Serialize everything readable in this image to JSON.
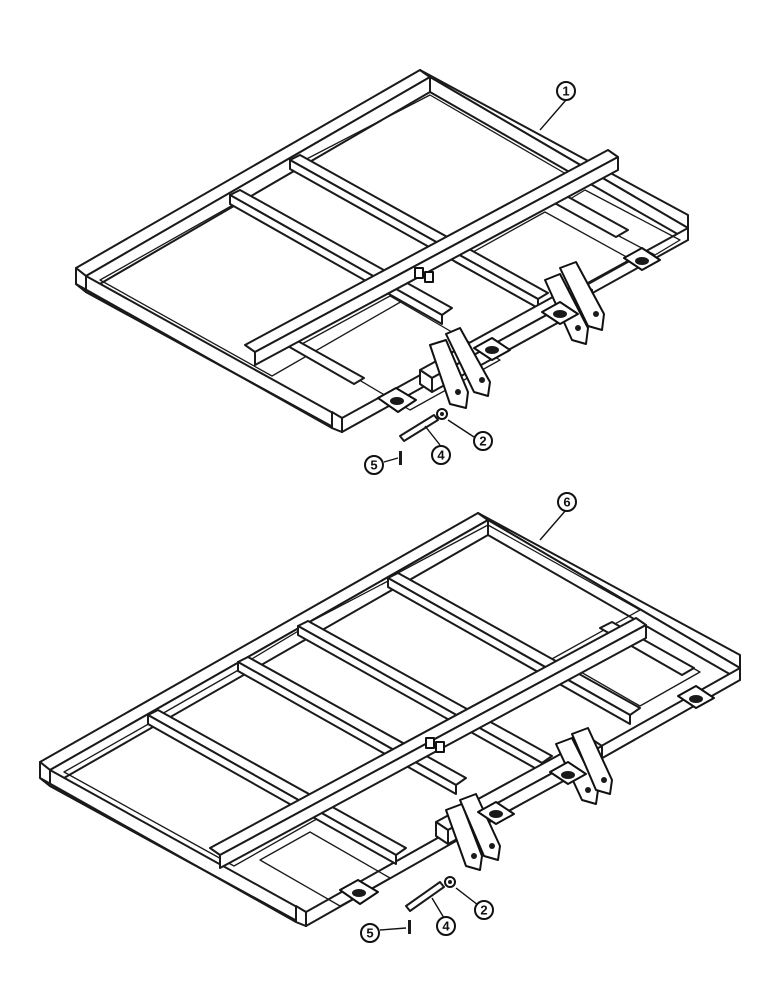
{
  "assemblies": [
    {
      "id": "top-frame",
      "callouts": [
        {
          "label": "1"
        },
        {
          "label": "2"
        },
        {
          "label": "4"
        },
        {
          "label": "5"
        }
      ]
    },
    {
      "id": "bottom-frame",
      "callouts": [
        {
          "label": "6"
        },
        {
          "label": "2"
        },
        {
          "label": "4"
        },
        {
          "label": "5"
        }
      ]
    }
  ]
}
